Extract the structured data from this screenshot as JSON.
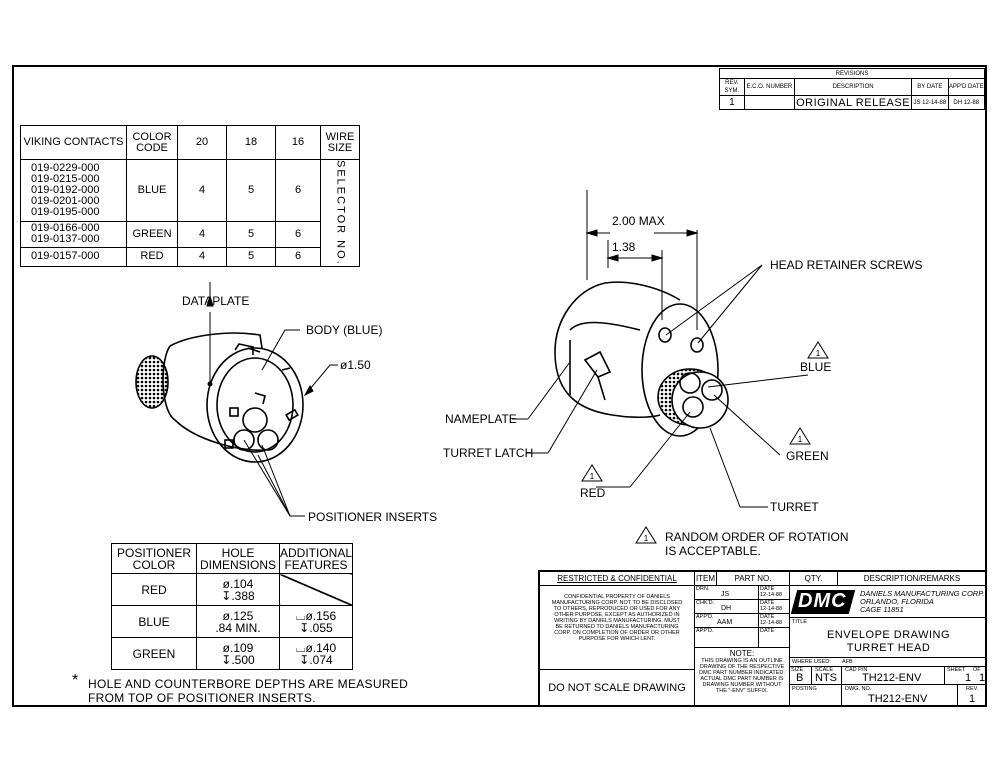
{
  "revisions": {
    "title": "REVISIONS",
    "headers": {
      "rev_sym": "REV. SYM.",
      "eco": "E.C.O. NUMBER",
      "description": "DESCRIPTION",
      "by_date": "BY DATE",
      "appd_date": "APP'D DATE"
    },
    "rows": [
      {
        "rev": "1",
        "eco": "",
        "description": "ORIGINAL RELEASE",
        "by": "JS 12-14-88",
        "appd": "DH 12-88"
      }
    ]
  },
  "viking_table": {
    "headers": {
      "contacts": "VIKING CONTACTS",
      "color": "COLOR CODE",
      "g20": "20",
      "g18": "18",
      "g16": "16",
      "wire": "WIRE SIZE"
    },
    "selector_label": "SELECTOR NO.",
    "rows": [
      {
        "contacts": [
          "019-0229-000",
          "019-0215-000",
          "019-0192-000",
          "019-0201-000",
          "019-0195-000"
        ],
        "color": "BLUE",
        "v20": "4",
        "v18": "5",
        "v16": "6"
      },
      {
        "contacts": [
          "019-0166-000",
          "019-0137-000"
        ],
        "color": "GREEN",
        "v20": "4",
        "v18": "5",
        "v16": "6"
      },
      {
        "contacts": [
          "019-0157-000"
        ],
        "color": "RED",
        "v20": "4",
        "v18": "5",
        "v16": "6"
      }
    ]
  },
  "labels": {
    "dataplate": "DATAPLATE",
    "body": "BODY (BLUE)",
    "diameter": "ø1.50",
    "positioner_inserts": "POSITIONER INSERTS",
    "dim_max": "2.00 MAX",
    "dim_138": "1.38",
    "head_screws": "HEAD RETAINER SCREWS",
    "blue": "BLUE",
    "green": "GREEN",
    "red": "RED",
    "turret": "TURRET",
    "nameplate": "NAMEPLATE",
    "turret_latch": "TURRET LATCH",
    "note_num": "1",
    "note_line1": "RANDOM ORDER OF ROTATION",
    "note_line2": "IS ACCEPTABLE."
  },
  "positioner_table": {
    "headers": {
      "color": "POSITIONER COLOR",
      "hole": "HOLE DIMENSIONS",
      "features": "ADDITIONAL FEATURES"
    },
    "rows": [
      {
        "color": "RED",
        "hole1": "ø.104",
        "hole2": "↧.388",
        "feat1": "",
        "feat2": ""
      },
      {
        "color": "BLUE",
        "hole1": "ø.125",
        "hole2": ".84 MIN.",
        "feat1": "⌴ø.156",
        "feat2": "↧.055"
      },
      {
        "color": "GREEN",
        "hole1": "ø.109",
        "hole2": "↧.500",
        "feat1": "⌴ø.140",
        "feat2": "↧.074"
      }
    ]
  },
  "footnote": {
    "mark": "*",
    "line1": "HOLE AND COUNTERBORE DEPTHS ARE MEASURED",
    "line2": "FROM TOP OF POSITIONER INSERTS."
  },
  "title_block": {
    "restricted": "RESTRICTED & CONFIDENTIAL",
    "confidential_text": "CONFIDENTIAL PROPERTY OF DANIELS MANUFACTURING CORP. NOT TO BE DISCLOSED TO OTHERS, REPRODUCED OR USED FOR ANY OTHER PURPOSE, EXCEPT AS AUTHORIZED IN WRITING BY DANIELS MANUFACTURING. MUST BE RETURNED TO DANIELS MANUFACTURING CORP. ON COMPLETION OF ORDER OR OTHER PURPOSE FOR WHICH LENT.",
    "do_not_scale": "DO NOT SCALE DRAWING",
    "item": "ITEM",
    "part_no": "PART NO.",
    "qty": "QTY.",
    "desc_remarks": "DESCRIPTION/REMARKS",
    "drn": "DRN.",
    "drn_by": "JS",
    "chkd": "CHK'D.",
    "chkd_by": "DH",
    "appd": "APP'D.",
    "appd_by": "AAM",
    "appd2": "APP'D.",
    "date_label": "DATE",
    "date_val": "12-14-88",
    "logo": "DMC",
    "company1": "DANIELS MANUFACTURING CORP.",
    "company2": "ORLANDO, FLORIDA",
    "company3": "CAGE 11851",
    "title_label": "TITLE",
    "title1": "ENVELOPE DRAWING",
    "title2": "TURRET HEAD",
    "note_label": "NOTE:",
    "note_text": "THIS DRAWING IS AN OUTLINE DRAWING OF THE RESPECTIVE DMC PART NUMBER INDICATED. ACTUAL DMC PART NUMBER IS DRAWING NUMBER WITHOUT THE \"-ENV\" SUFFIX.",
    "where_used_label": "WHERE USED:",
    "where_used": "AFB",
    "size_label": "SIZE",
    "size": "B",
    "scale_label": "SCALE",
    "scale": "NTS",
    "cad_label": "CAD P/N",
    "cad": "TH212-ENV",
    "sheet_label": "SHEET",
    "of_label": "OF",
    "sheet": "1",
    "of": "1",
    "posting_label": "POSTING",
    "dwg_label": "DWG. NO.",
    "dwg": "TH212-ENV",
    "rev_label": "REV.",
    "rev": "1"
  }
}
